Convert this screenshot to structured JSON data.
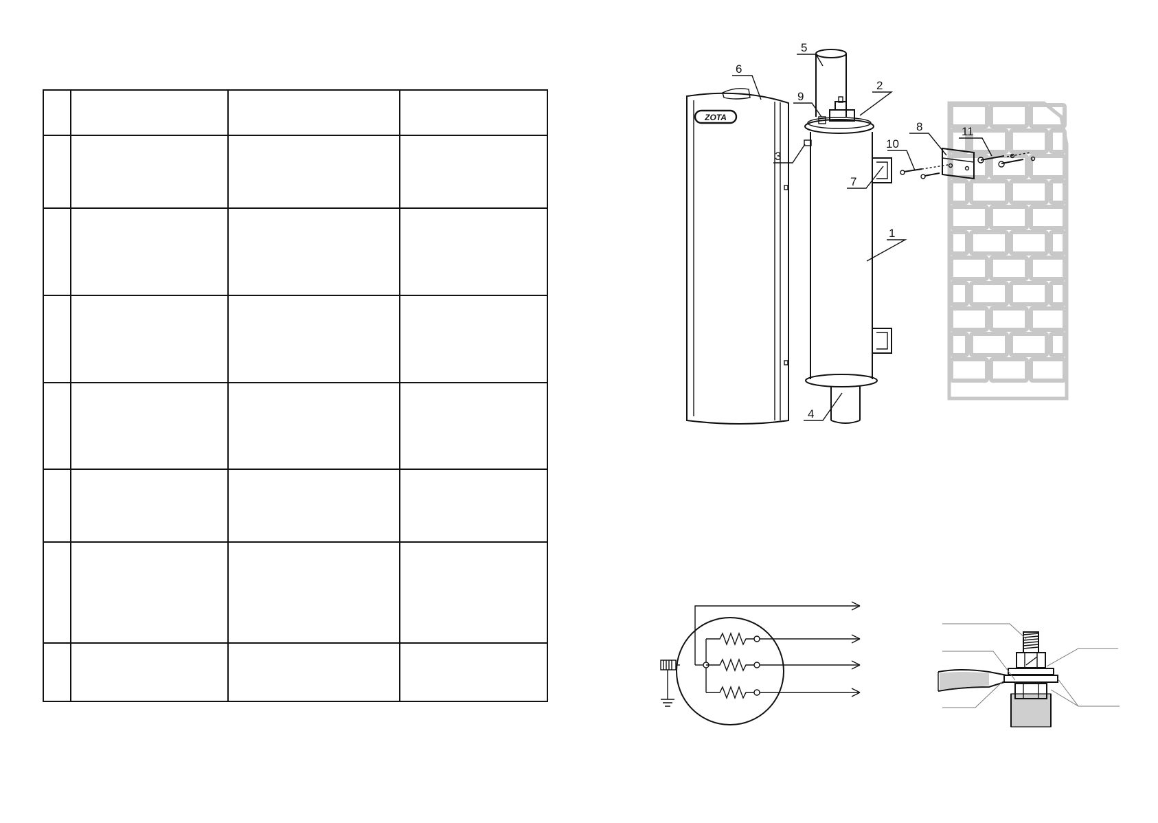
{
  "table": {
    "rows": [
      [],
      [],
      [],
      [],
      [],
      [],
      [],
      []
    ]
  },
  "diagram": {
    "callouts": [
      "1",
      "2",
      "3",
      "4",
      "5",
      "6",
      "7",
      "8",
      "9",
      "10",
      "11"
    ],
    "logo": "ZOTA"
  },
  "colors": {
    "ink": "#111111",
    "brick": "#c8c8c8",
    "background": "#ffffff"
  }
}
